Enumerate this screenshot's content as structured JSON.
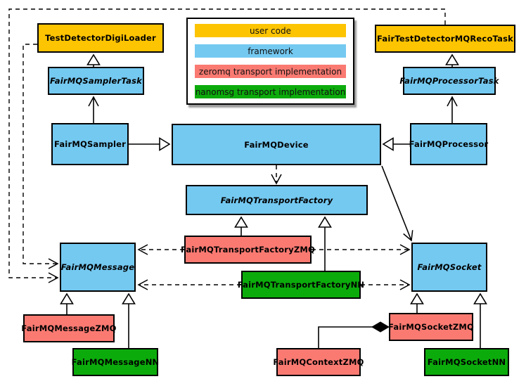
{
  "colors": {
    "user_code": "#FDC402",
    "framework": "#74C9F1",
    "zeromq": "#FA7A72",
    "nanomsg": "#0CAB0C"
  },
  "legend": {
    "items": [
      {
        "label": "user code",
        "color_key": "user_code"
      },
      {
        "label": "framework",
        "color_key": "framework"
      },
      {
        "label": "zeromq transport implementation",
        "color_key": "zeromq"
      },
      {
        "label": "nanomsg transport implementation",
        "color_key": "nanomsg"
      }
    ]
  },
  "nodes": [
    {
      "label": "TestDetectorDigiLoader",
      "layer": "user_code",
      "abstract": false
    },
    {
      "label": "FairTestDetectorMQRecoTask",
      "layer": "user_code",
      "abstract": false
    },
    {
      "label": "FairMQSamplerTask",
      "layer": "framework",
      "abstract": true
    },
    {
      "label": "FairMQProcessorTask",
      "layer": "framework",
      "abstract": true
    },
    {
      "label": "FairMQSampler",
      "layer": "framework",
      "abstract": false
    },
    {
      "label": "FairMQDevice",
      "layer": "framework",
      "abstract": false
    },
    {
      "label": "FairMQProcessor",
      "layer": "framework",
      "abstract": false
    },
    {
      "label": "FairMQTransportFactory",
      "layer": "framework",
      "abstract": true
    },
    {
      "label": "FairMQTransportFactoryZMQ",
      "layer": "zeromq",
      "abstract": false
    },
    {
      "label": "FairMQTransportFactoryNN",
      "layer": "nanomsg",
      "abstract": false
    },
    {
      "label": "FairMQMessage",
      "layer": "framework",
      "abstract": true
    },
    {
      "label": "FairMQSocket",
      "layer": "framework",
      "abstract": true
    },
    {
      "label": "FairMQMessageZMQ",
      "layer": "zeromq",
      "abstract": false
    },
    {
      "label": "FairMQMessageNN",
      "layer": "nanomsg",
      "abstract": false
    },
    {
      "label": "FairMQSocketZMQ",
      "layer": "zeromq",
      "abstract": false
    },
    {
      "label": "FairMQSocketNN",
      "layer": "nanomsg",
      "abstract": false
    },
    {
      "label": "FairMQContextZMQ",
      "layer": "zeromq",
      "abstract": false
    }
  ],
  "relations": [
    {
      "from": "FairMQSamplerTask",
      "to": "TestDetectorDigiLoader",
      "type": "inheritance"
    },
    {
      "from": "FairMQProcessorTask",
      "to": "FairTestDetectorMQRecoTask",
      "type": "inheritance"
    },
    {
      "from": "FairMQSampler",
      "to": "FairMQSamplerTask",
      "type": "association"
    },
    {
      "from": "FairMQProcessor",
      "to": "FairMQProcessorTask",
      "type": "association"
    },
    {
      "from": "FairMQSampler",
      "to": "FairMQDevice",
      "type": "inheritance"
    },
    {
      "from": "FairMQProcessor",
      "to": "FairMQDevice",
      "type": "inheritance"
    },
    {
      "from": "FairMQDevice",
      "to": "FairMQTransportFactory",
      "type": "dependency"
    },
    {
      "from": "FairMQDevice",
      "to": "FairMQSocket",
      "type": "association"
    },
    {
      "from": "FairMQTransportFactoryZMQ",
      "to": "FairMQTransportFactory",
      "type": "inheritance"
    },
    {
      "from": "FairMQTransportFactoryNN",
      "to": "FairMQTransportFactory",
      "type": "inheritance"
    },
    {
      "from": "FairMQTransportFactoryZMQ",
      "to": "FairMQMessage",
      "type": "dependency"
    },
    {
      "from": "FairMQTransportFactoryZMQ",
      "to": "FairMQSocket",
      "type": "dependency"
    },
    {
      "from": "FairMQTransportFactoryNN",
      "to": "FairMQMessage",
      "type": "dependency"
    },
    {
      "from": "FairMQTransportFactoryNN",
      "to": "FairMQSocket",
      "type": "dependency"
    },
    {
      "from": "TestDetectorDigiLoader",
      "to": "FairMQMessage",
      "type": "dependency"
    },
    {
      "from": "FairTestDetectorMQRecoTask",
      "to": "FairMQMessage",
      "type": "dependency"
    },
    {
      "from": "FairMQMessageZMQ",
      "to": "FairMQMessage",
      "type": "inheritance"
    },
    {
      "from": "FairMQMessageNN",
      "to": "FairMQMessage",
      "type": "inheritance"
    },
    {
      "from": "FairMQSocketZMQ",
      "to": "FairMQSocket",
      "type": "inheritance"
    },
    {
      "from": "FairMQSocketNN",
      "to": "FairMQSocket",
      "type": "inheritance"
    },
    {
      "from": "FairMQSocketZMQ",
      "to": "FairMQContextZMQ",
      "type": "composition"
    }
  ]
}
